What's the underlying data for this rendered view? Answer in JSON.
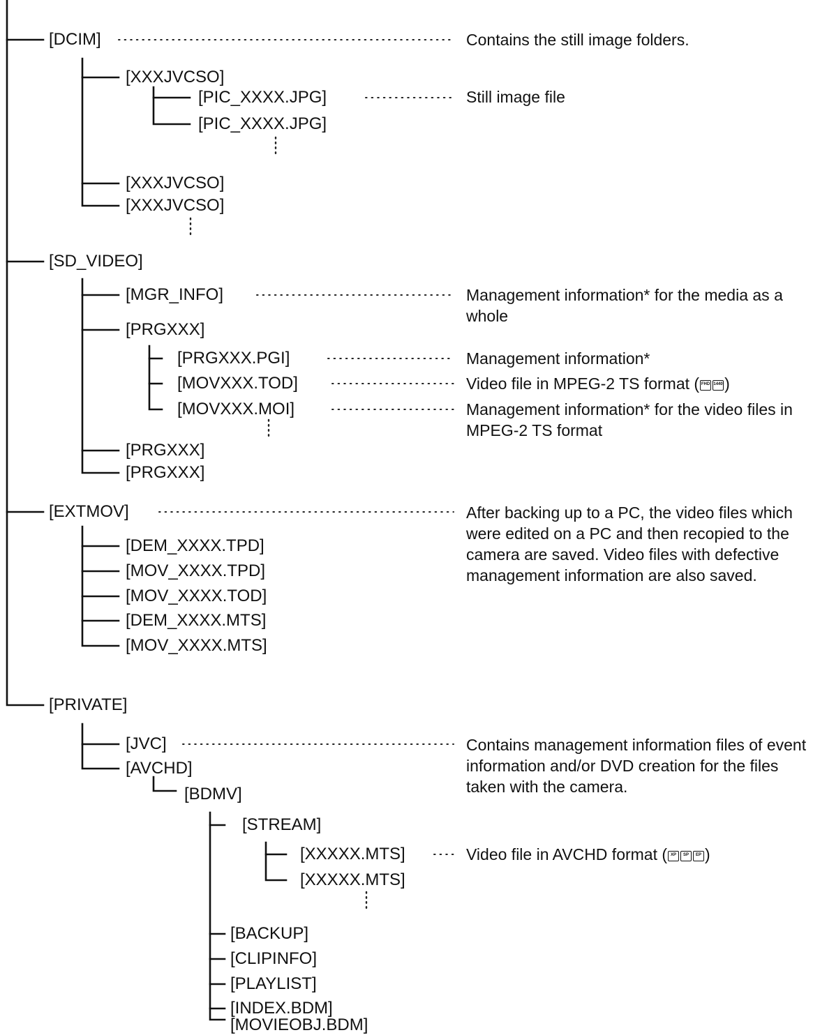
{
  "tree": {
    "dcim": "[DCIM]",
    "xxxjvcso1": "[XXXJVCSO]",
    "pic1": "[PIC_XXXX.JPG]",
    "pic2": "[PIC_XXXX.JPG]",
    "xxxjvcso2": "[XXXJVCSO]",
    "xxxjvcso3": "[XXXJVCSO]",
    "sd_video": "[SD_VIDEO]",
    "mgr_info": "[MGR_INFO]",
    "prgxxx1": "[PRGXXX]",
    "prgxxx_pgi": "[PRGXXX.PGI]",
    "movxxx_tod": "[MOVXXX.TOD]",
    "movxxx_moi": "[MOVXXX.MOI]",
    "prgxxx2": "[PRGXXX]",
    "prgxxx3": "[PRGXXX]",
    "extmov": "[EXTMOV]",
    "dem_tpd": "[DEM_XXXX.TPD]",
    "mov_tpd": "[MOV_XXXX.TPD]",
    "mov_tod": "[MOV_XXXX.TOD]",
    "dem_mts": "[DEM_XXXX.MTS]",
    "mov_mts": "[MOV_XXXX.MTS]",
    "private": "[PRIVATE]",
    "jvc": "[JVC]",
    "avchd": "[AVCHD]",
    "bdmv": "[BDMV]",
    "stream": "[STREAM]",
    "xxxxx_mts1": "[XXXXX.MTS]",
    "xxxxx_mts2": "[XXXXX.MTS]",
    "backup": "[BACKUP]",
    "clipinfo": "[CLIPINFO]",
    "playlist": "[PLAYLIST]",
    "index_bdm": "[INDEX.BDM]",
    "movieobj_bdm": "[MOVIEOBJ.BDM]"
  },
  "desc": {
    "dcim": "Contains the still image folders.",
    "pic": "Still image file",
    "mgr_info": "Management information* for the media as a whole",
    "pgi": "Management information*",
    "tod_prefix": "Video file in MPEG-2 TS format (",
    "tod_suffix": ")",
    "moi": "Management information* for the video files in MPEG-2 TS format",
    "extmov": "After backing up to a PC, the video files which were edited on a PC and then recopied to the camera are saved. Video files with defective management information are also saved.",
    "jvc": "Contains management information files of event information and/or DVD creation for the files taken with the camera.",
    "avchd_prefix": "Video file in AVCHD format (",
    "avchd_suffix": ")"
  },
  "icons": {
    "mpeg2": [
      "FHD",
      "1440"
    ],
    "avchd": [
      "XP",
      "SP",
      "EP"
    ]
  }
}
